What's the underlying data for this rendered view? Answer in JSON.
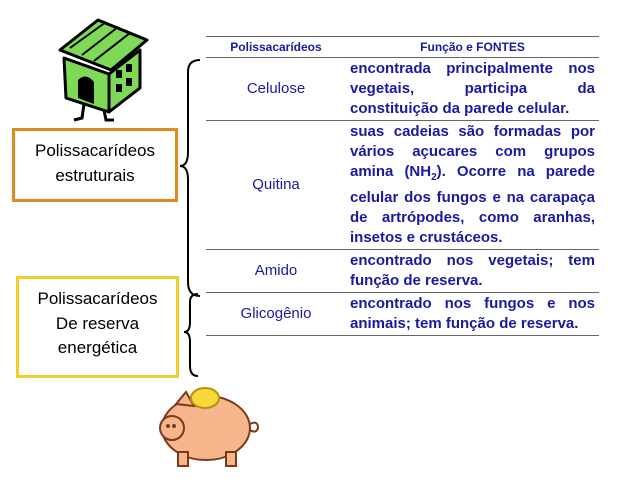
{
  "table": {
    "headers": [
      "Polissacarídeos",
      "Função e FONTES"
    ],
    "rows": [
      {
        "name": "Celulose",
        "desc": "encontrada principalmente nos vegetais, participa da constituição da parede celular."
      },
      {
        "name": "Quitina",
        "desc": "suas cadeias são formadas por vários açucares com grupos amina (NH2). Ocorre na parede celular dos fungos e na carapaça de artrópodes, como aranhas, insetos e crustáceos."
      },
      {
        "name": "Amido",
        "desc": "encontrado nos vegetais; tem função de reserva."
      },
      {
        "name": "Glicogênio",
        "desc": "encontrado nos fungos e nos animais; tem função de reserva."
      }
    ]
  },
  "labels": {
    "estruturais": [
      "Polissacarídeos",
      "estruturais"
    ],
    "reserva": [
      "Polissacarídeos",
      "De reserva",
      "energética"
    ]
  },
  "colors": {
    "text_blue": "#1a1aa0",
    "box_orange": "#e08a1e",
    "box_yellow": "#f3cf2e",
    "house_green": "#7ed957",
    "pig_pink": "#f6b58a",
    "coin_yellow": "#f7d83a"
  },
  "icons": [
    "house-icon",
    "piggy-bank-icon"
  ]
}
